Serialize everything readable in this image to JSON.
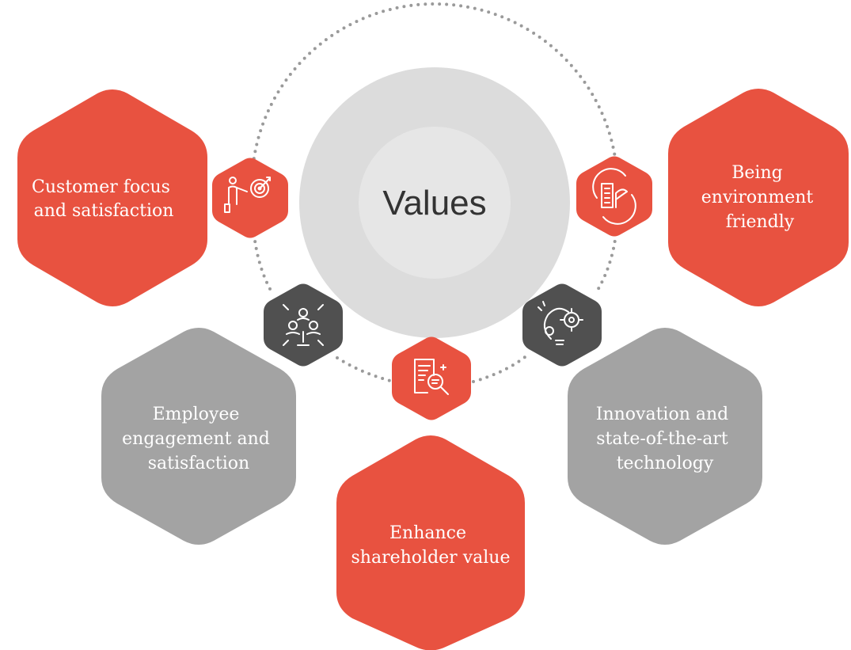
{
  "center": {
    "title": "Values"
  },
  "colors": {
    "accent": "#E85240",
    "neutral": "#A3A3A3",
    "icon_dark": "#505050",
    "ring_outer": "#DCDCDC",
    "ring_inner": "#E6E6E6",
    "dots": "#9A9A9A"
  },
  "values": [
    {
      "id": "customer",
      "lines": [
        "Customer focus",
        "and satisfaction"
      ],
      "icon": "target-person-icon"
    },
    {
      "id": "environment",
      "lines": [
        "Being",
        "environment",
        "friendly"
      ],
      "icon": "eco-building-icon"
    },
    {
      "id": "employee",
      "lines": [
        "Employee",
        "engagement and",
        "satisfaction"
      ],
      "icon": "team-engagement-icon"
    },
    {
      "id": "innovation",
      "lines": [
        "Innovation and",
        "state-of-the-art",
        "technology"
      ],
      "icon": "gear-lightbulb-icon"
    },
    {
      "id": "shareholder",
      "lines": [
        "Enhance",
        "shareholder value"
      ],
      "icon": "document-search-icon"
    }
  ]
}
